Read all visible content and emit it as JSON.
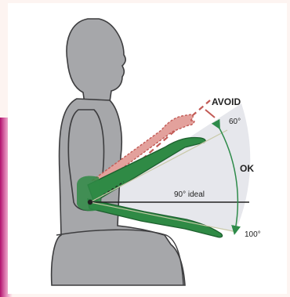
{
  "labels": {
    "avoid": "AVOID",
    "angle_60": "60°",
    "ok": "OK",
    "ideal": "90° ideal",
    "angle_100": "100°"
  },
  "colors": {
    "background": "#fdf4f1",
    "panel": "#ffffff",
    "edge_accent": "#c8137a",
    "body": "#a6a7aa",
    "body_outline": "#3d3d3f",
    "arm_green": "#2f8a45",
    "arm_green_dark": "#1d5f2e",
    "arm_avoid": "#e3a19c",
    "avoid_line": "#c25a55",
    "ok_zone": "#e6e7ec",
    "ok_arc": "#2e8b4a",
    "line_dark": "#222222"
  },
  "icons": {
    "figure": "seated-person-silhouette",
    "arc": "ok-range-arc-arrow"
  }
}
